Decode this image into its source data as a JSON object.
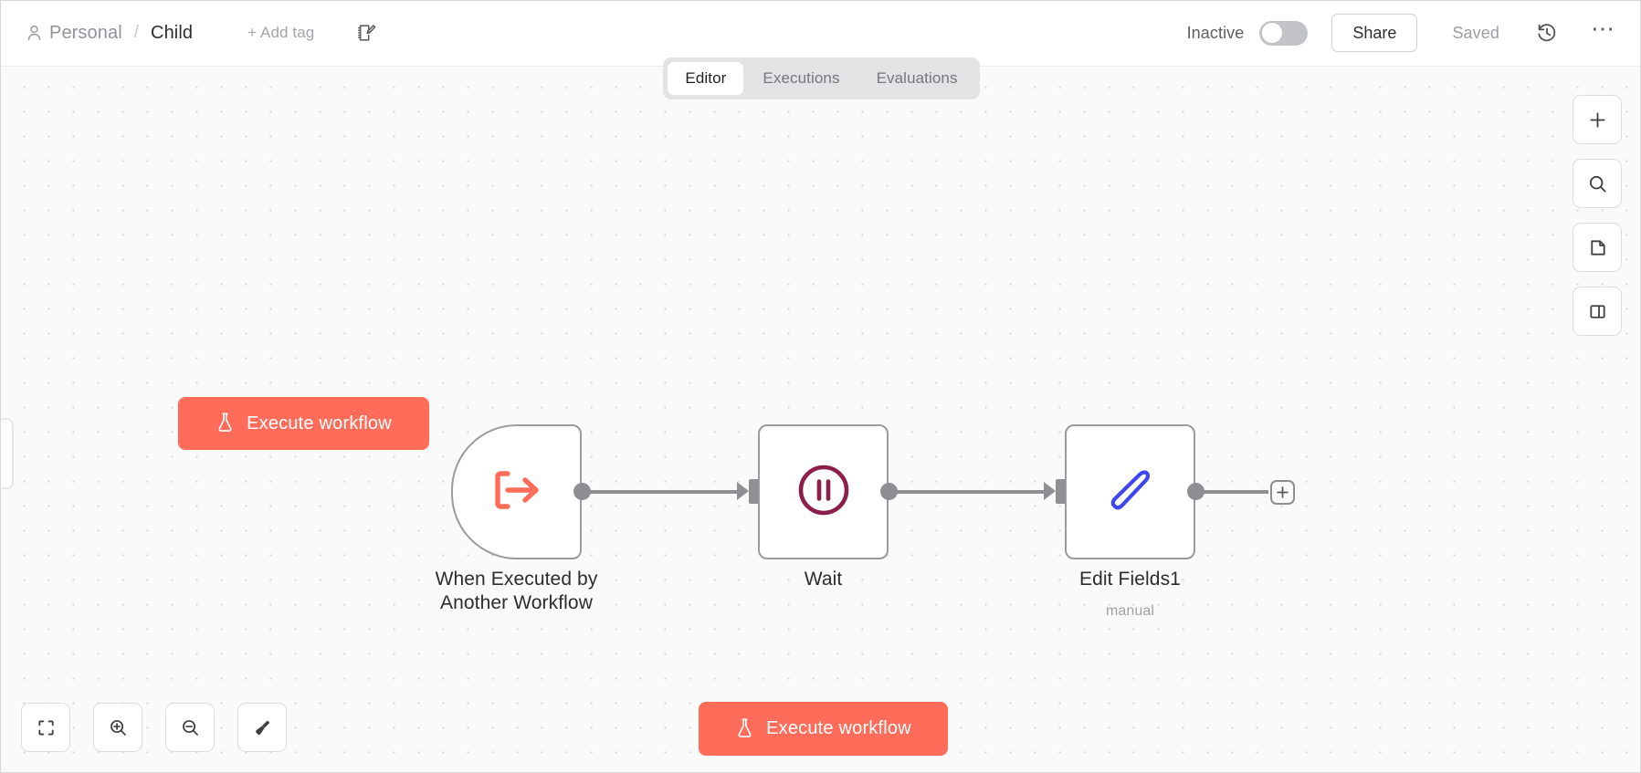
{
  "header": {
    "project_name": "Personal",
    "breadcrumb_separator": "/",
    "workflow_name": "Child",
    "add_tag_label": "+ Add tag",
    "note_icon": "notebook-edit-icon",
    "person_icon": "person-icon",
    "activation_label": "Inactive",
    "activation_state": "off",
    "share_label": "Share",
    "save_state_label": "Saved",
    "history_icon": "history-clock-icon",
    "overflow_icon": "ellipsis-icon"
  },
  "tabs": [
    {
      "label": "Editor",
      "active": true
    },
    {
      "label": "Executions",
      "active": false
    },
    {
      "label": "Evaluations",
      "active": false
    }
  ],
  "canvas": {
    "execute_top": {
      "label": "Execute workflow",
      "icon": "flask-icon"
    },
    "execute_bottom": {
      "label": "Execute workflow",
      "icon": "flask-icon"
    },
    "add_node_plus": "plus-icon",
    "nodes": [
      {
        "id": "trigger",
        "label": "When Executed by\nAnother Workflow",
        "subtitle": "",
        "icon": "execute-workflow-trigger-icon",
        "icon_color": "#ff6d5a",
        "shape": "trigger"
      },
      {
        "id": "wait",
        "label": "Wait",
        "subtitle": "",
        "icon": "pause-circle-icon",
        "icon_color": "#8c1f4a",
        "shape": "square"
      },
      {
        "id": "edit-fields",
        "label": "Edit Fields1",
        "subtitle": "manual",
        "icon": "pen-icon",
        "icon_color": "#3f46ef",
        "shape": "square"
      }
    ]
  },
  "right_toolbar": [
    {
      "name": "add-node-button",
      "icon": "plus-icon"
    },
    {
      "name": "search-nodes-button",
      "icon": "search-icon"
    },
    {
      "name": "add-sticky-note-button",
      "icon": "sticky-note-icon"
    },
    {
      "name": "toggle-panel-button",
      "icon": "panel-layout-icon"
    }
  ],
  "bottom_toolbar": [
    {
      "name": "zoom-to-fit-button",
      "icon": "fit-screen-icon"
    },
    {
      "name": "zoom-in-button",
      "icon": "zoom-in-icon"
    },
    {
      "name": "zoom-out-button",
      "icon": "zoom-out-icon"
    },
    {
      "name": "tidy-up-button",
      "icon": "broom-icon"
    }
  ],
  "colors": {
    "accent": "#ff6d5a",
    "canvas_bg": "#fafafa",
    "node_border": "#9a9b9e",
    "connection": "#8d8f92"
  }
}
